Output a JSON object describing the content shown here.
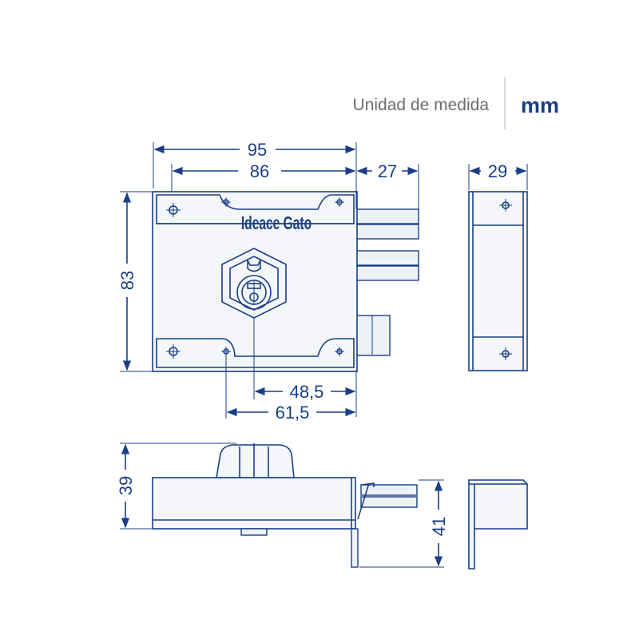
{
  "header": {
    "unit_label": "Unidad de medida",
    "unit_value": "mm"
  },
  "brand": "Ideace Gato",
  "dimensions": {
    "width_overall": "95",
    "width_case": "86",
    "bolt_projection": "27",
    "depth": "29",
    "height": "83",
    "backset_key": "48,5",
    "backset_edge": "61,5",
    "knob_height": "39",
    "total_depth": "41"
  },
  "colors": {
    "line": "#1a3f86",
    "unit_label": "#6d6d6d"
  }
}
